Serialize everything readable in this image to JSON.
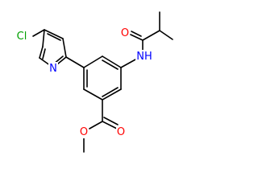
{
  "molecule": {
    "atoms": {
      "chlorine": {
        "label": "Cl",
        "color": "#00a000"
      },
      "pyridine_nitrogen": {
        "label": "N",
        "color": "#0000ff"
      },
      "amide_nitrogen": {
        "label": "NH",
        "color": "#0000ff"
      },
      "amide_oxygen": {
        "label": "O",
        "color": "#ff0000"
      },
      "ester_carbonyl_oxygen": {
        "label": "O",
        "color": "#ff0000"
      },
      "ester_methoxy_oxygen": {
        "label": "O",
        "color": "#ff0000"
      }
    },
    "bond_color": "#000000"
  }
}
